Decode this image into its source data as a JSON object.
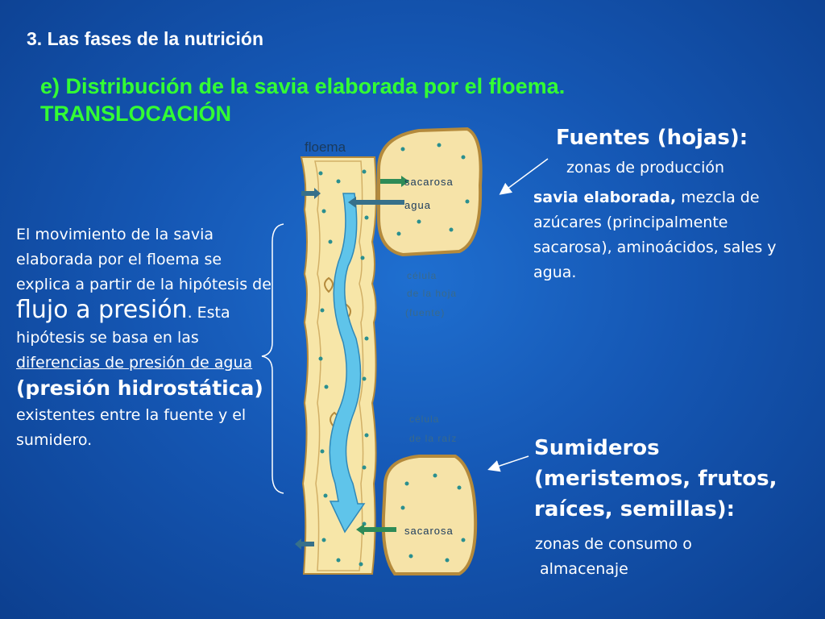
{
  "section_title": "3. Las fases de la nutrición",
  "main_title": "e) Distribución de la savia elaborada por el floema. TRANSLOCACIÓN",
  "left_text": {
    "p1": "El movimiento de la savia elaborada por el floema se explica a partir de la hipótesis de ",
    "p2_big": "flujo a presión",
    "p3": ". Esta hipótesis se basa en las ",
    "p4_underline": "diferencias de presión de agua ",
    "p5_bold": "(presión hidrostática)",
    "p6": " existentes entre la fuente y el sumidero."
  },
  "fuentes": {
    "heading": "Fuentes (hojas):",
    "subheading": "zonas de producción",
    "term": "savia elaborada,",
    "body": " mezcla de azúcares (principalmente sacarosa), aminoácidos, sales y agua."
  },
  "sumideros": {
    "heading": "Sumideros (meristemos, frutos, raíces, semillas):",
    "sub_line1": "zonas de consumo o",
    "sub_line2": "almacenaje"
  },
  "diagram": {
    "label_floema": "floema",
    "label_sacarosa_top": "sacarosa",
    "label_agua": "agua",
    "label_celula_hoja_1": "célula",
    "label_celula_hoja_2": "de la hoja",
    "label_celula_hoja_3": "(fuente)",
    "label_celula_raiz_1": "célula",
    "label_celula_raiz_2": "de la raíz",
    "label_sacarosa_bottom": "sacarosa"
  },
  "colors": {
    "background": "#1557b4",
    "title_green": "#33ff33",
    "phloem_fill": "#f7e6a8",
    "cell_fill": "#f6e3a8",
    "flow_arrow": "#5fc4ea",
    "dots": "#2a8f8f"
  }
}
